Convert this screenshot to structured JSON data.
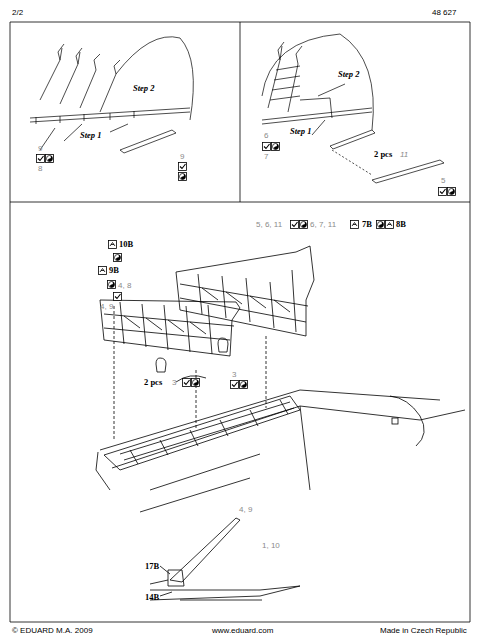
{
  "diagram": {
    "labels": [
      "2/2",
      "48 627",
      "Step 2",
      "Step 1",
      "9",
      "8",
      "9",
      "Step 2",
      "Step 1",
      "2 pcs",
      "11",
      "6",
      "7",
      "5",
      "5, 6, 11",
      "6, 7, 11",
      "7B",
      "8B",
      "10B",
      "9B",
      "4, 8",
      "4, 9",
      "2 pcs",
      "3",
      "3",
      "4, 9",
      "1, 10",
      "17B",
      "14B",
      "© EDUARD M.A. 2009",
      "www.eduard.com",
      "Made in Czech Republic"
    ]
  }
}
